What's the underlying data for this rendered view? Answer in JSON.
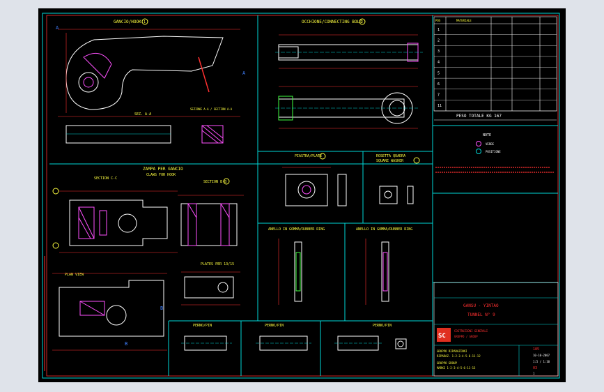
{
  "views": {
    "hook_title": "GANCIO/HOOK",
    "bolt_title": "OCCHIONE/CONNECTING BOLT",
    "section_aa": "SEZ. A-A",
    "section_ad": "SEZIONE A-A / SECTION A-A",
    "claws_title": "ZAMPA PER GANCIO",
    "claws_subtitle": "CLAWS FOR HOOK",
    "section_cc": "SECTION C-C",
    "section_bb": "SECTION B-B",
    "piastra_title": "PIASTRA/PLATE",
    "rosetta_title": "ROSETTA QUADRA",
    "rosetta_subtitle": "SQUARE WASHER",
    "anello1_title": "ANELLO IN GOMMA/RUBBER RING",
    "anello2_title": "ANELLO IN GOMMA/RUBBER RING",
    "plan_title": "PLAN VIEW",
    "plates_title": "PLATES PER 13/15",
    "pin1_title": "PERNO/PIN",
    "pin2_title": "PERNO/PIN",
    "pin3_title": "PERNO/PIN",
    "weight_label": "PESO TOTALE KG 167",
    "note_title": "NOTE",
    "note_item1": "VERDE",
    "note_item2": "POSITIONE"
  },
  "title_block": {
    "project_line1": "GANSU - YINTAO",
    "project_line2": "TUNNEL N° 9",
    "company_line1": "COSTRUZIONI GENERALI",
    "company_line2": "GRUPPO / GROUP",
    "group_label1": "GRUPPO RIPARAZIONI",
    "group_row1": "RIPARAZ.  1-2-3-4-5-6-11-12",
    "group_label2": "GRUPPO GROUP",
    "group_row2": "MARKS   1-2-3-4-5-6-11-13",
    "sheet_no": "185",
    "date": "10-10-2007",
    "scale": "1:5 / 1:10",
    "rev": "03",
    "page": "1"
  },
  "bom": {
    "header_pos": "POS",
    "header_desc": "MATERIALE",
    "position_numbers": [
      "1",
      "2",
      "3",
      "4",
      "5",
      "6",
      "7",
      "11"
    ]
  },
  "balloons": [
    "1",
    "2",
    "3",
    "4",
    "5",
    "6",
    "13",
    "7"
  ],
  "colors": {
    "frame": "#00d8d8",
    "outline": "#ffffff",
    "dimension": "#ff3030",
    "hatch": "#ff50ff",
    "text": "#ffff40",
    "accent": "#40ff40",
    "logo": "#e03020"
  }
}
